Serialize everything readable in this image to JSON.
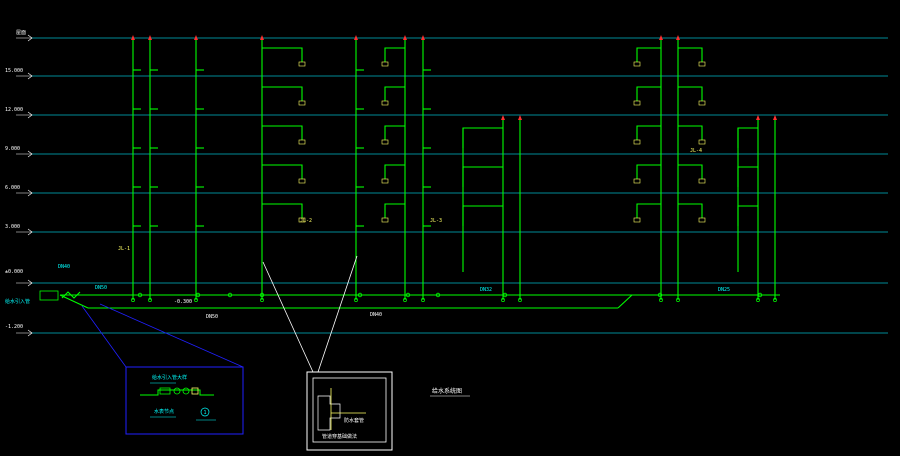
{
  "drawing": {
    "colors": {
      "background": "#000000",
      "floor_line": "#00b8c8",
      "pipe": "#00ff00",
      "valve": "#ff3030",
      "level_text": "#ffffff",
      "note_text": "#00ffff",
      "inset_frame": "#2020ff",
      "callout": "#ffffff"
    },
    "floor_labels": [
      "屋面",
      "15.000",
      "12.000",
      "9.000",
      "6.000",
      "3.000",
      "±0.000",
      "-1.200"
    ],
    "inlet_labels": [
      "DN40",
      "给水引入管",
      "DN50"
    ],
    "main_pipe_labels": [
      "DN50",
      "-0.300",
      "DN40",
      "DN32",
      "DN25"
    ],
    "stack_tags": [
      "JL-1",
      "JL-2",
      "JL-3",
      "JL-4"
    ],
    "detail_title": "给水系统图",
    "inset_texts": [
      "给水引入管大样",
      "水表节点",
      "1"
    ],
    "callout_caption": "管道穿基础做法",
    "callout_texts": [
      "防水套管"
    ]
  }
}
